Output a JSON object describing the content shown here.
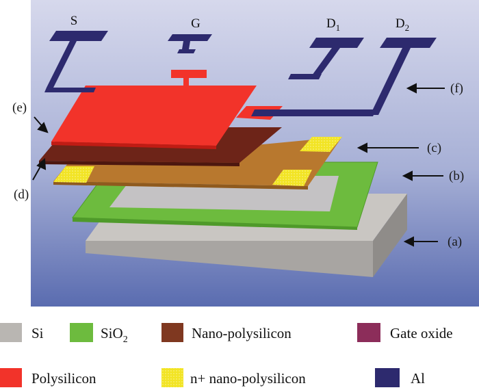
{
  "figure": {
    "terminals": [
      {
        "id": "S",
        "label": "S",
        "sub": ""
      },
      {
        "id": "G",
        "label": "G",
        "sub": ""
      },
      {
        "id": "D1",
        "label": "D",
        "sub": "1"
      },
      {
        "id": "D2",
        "label": "D",
        "sub": "2"
      }
    ],
    "callouts": {
      "a": "(a)",
      "b": "(b)",
      "c": "(c)",
      "d": "(d)",
      "e": "(e)",
      "f": "(f)"
    }
  },
  "colors": {
    "si": "#b9b6b2",
    "sio2": "#6dbb3e",
    "nano_polysilicon": "#7f3820",
    "gate_oxide": "#8c2d5a",
    "polysilicon": "#f2332a",
    "n_plus": "#f2e424",
    "al": "#2d2a6e",
    "brown_layer": "#b8782e",
    "bg_top": "#d3d5ea",
    "bg_bottom": "#5e6fb2"
  },
  "legend": [
    {
      "key": "si",
      "label": "Si",
      "sub": ""
    },
    {
      "key": "sio2",
      "label": "SiO",
      "sub": "2"
    },
    {
      "key": "nano_polysilicon",
      "label": "Nano-polysilicon",
      "sub": ""
    },
    {
      "key": "gate_oxide",
      "label": "Gate oxide",
      "sub": ""
    },
    {
      "key": "polysilicon",
      "label": "Polysilicon",
      "sub": ""
    },
    {
      "key": "n_plus",
      "label": "n+ nano-polysilicon",
      "sub": ""
    },
    {
      "key": "al",
      "label": "Al",
      "sub": ""
    }
  ]
}
